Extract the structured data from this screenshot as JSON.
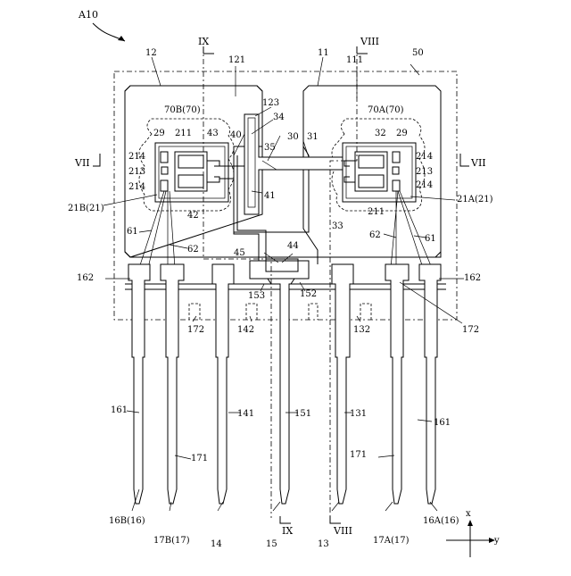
{
  "figure": {
    "title": "A10",
    "colors": {
      "line": "#000000",
      "background": "#ffffff"
    }
  },
  "labels": {
    "l12": "12",
    "l121": "121",
    "l11": "11",
    "l111": "111",
    "l50": "50",
    "lIX": "IX",
    "lVIII": "VIII",
    "lVII": "VII",
    "l123": "123",
    "l34": "34",
    "l30": "30",
    "l31": "31",
    "l35": "35",
    "l40": "40",
    "l70B": "70B(70)",
    "l70A": "70A(70)",
    "l29L": "29",
    "l211L": "211",
    "l43": "43",
    "l32": "32",
    "l29R": "29",
    "l214a": "214",
    "l213L": "213",
    "l214b": "214",
    "l214c": "214",
    "l213R": "213",
    "l214d": "214",
    "l21B": "21B(21)",
    "l21A": "21A(21)",
    "l42": "42",
    "l41": "41",
    "l33": "33",
    "l211R": "211",
    "l61L": "61",
    "l62L": "62",
    "l62R": "62",
    "l61R": "61",
    "l45": "45",
    "l44": "44",
    "l162L": "162",
    "l162R": "162",
    "l153": "153",
    "l152": "152",
    "l172L": "172",
    "l142": "142",
    "l132": "132",
    "l172R": "172",
    "l161L": "161",
    "l141": "141",
    "l151": "151",
    "l131": "131",
    "l161R": "161",
    "l171L": "171",
    "l171R": "171",
    "l16B": "16B(16)",
    "l17B": "17B(17)",
    "l14": "14",
    "l15": "15",
    "l13": "13",
    "l17A": "17A(17)",
    "l16A": "16A(16)",
    "lIXb": "IX",
    "lVIIIb": "VIII",
    "ax_x": "x",
    "ax_y": "y"
  }
}
